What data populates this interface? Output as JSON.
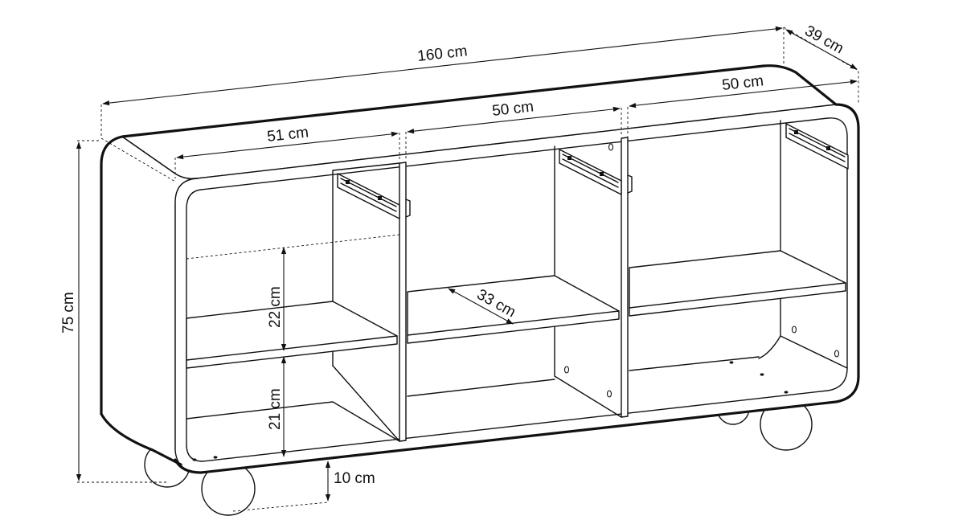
{
  "diagram": {
    "dimensions": {
      "total_width": "160 cm",
      "depth": "39 cm",
      "height": "75 cm",
      "compartment_left": "51 cm",
      "compartment_middle": "50 cm",
      "compartment_right": "50 cm",
      "shelf_upper_gap": "22 cm",
      "shelf_lower_gap": "21 cm",
      "shelf_depth": "33 cm",
      "leg_height": "10 cm"
    },
    "colors": {
      "line": "#111111",
      "background": "#ffffff"
    }
  }
}
